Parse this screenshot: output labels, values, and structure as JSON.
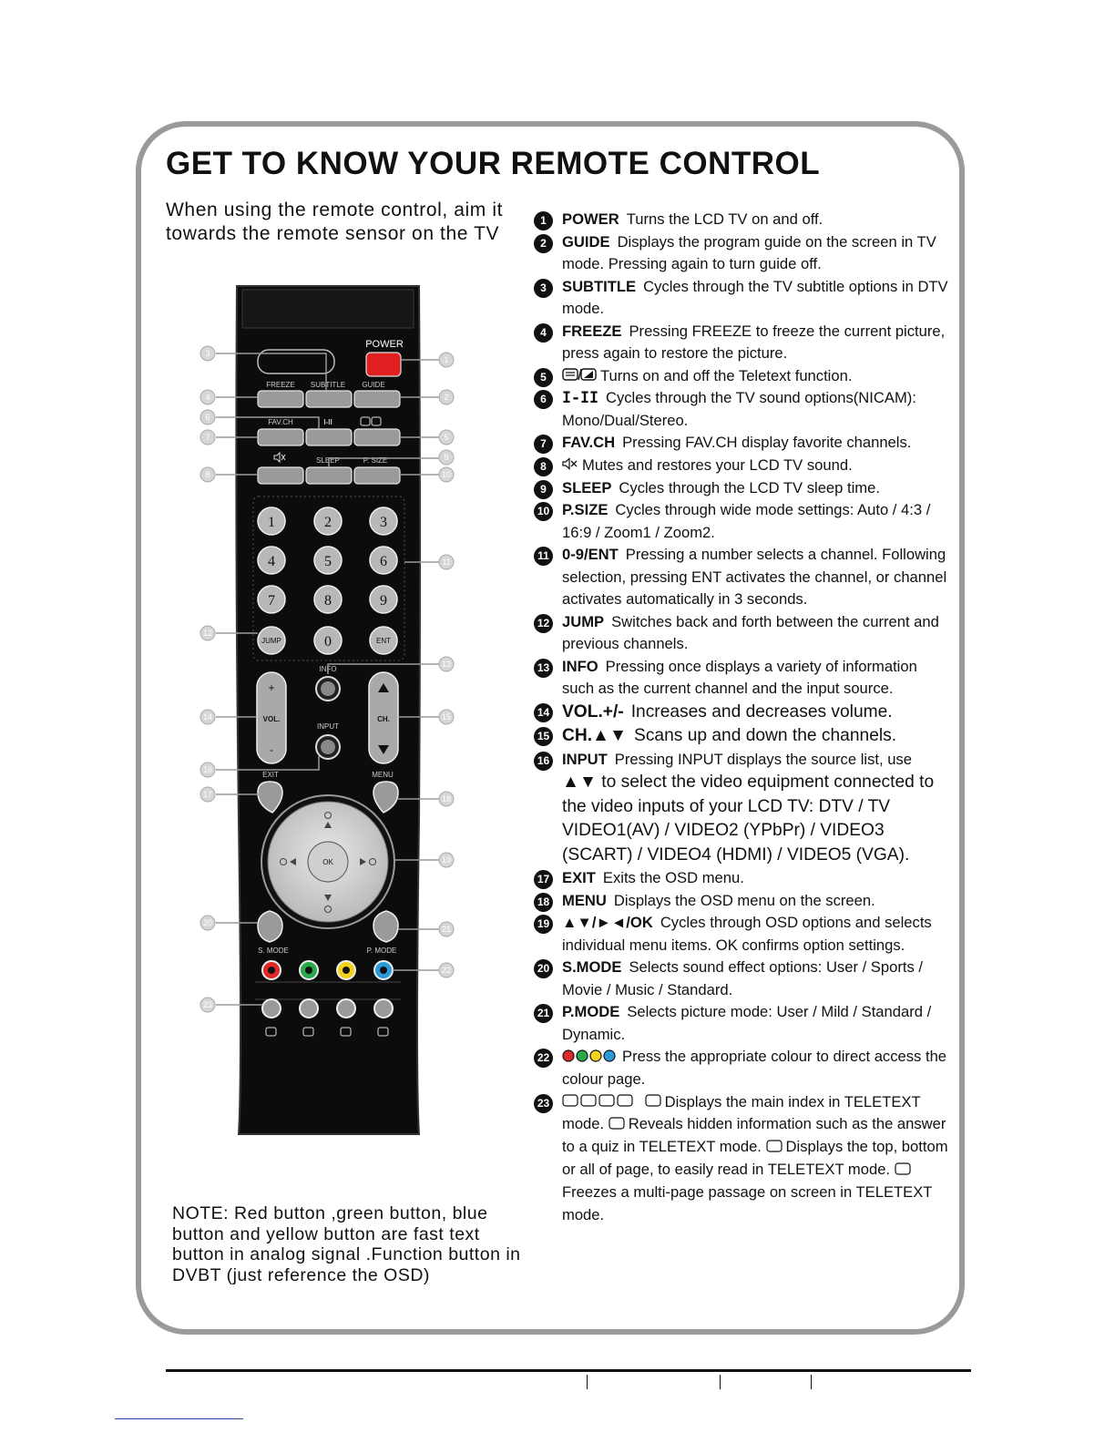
{
  "title": "GET TO KNOW YOUR REMOTE CONTROL",
  "intro": "When using the remote control, aim it towards the remote sensor on the TV",
  "note": "NOTE: Red button ,green button, blue button and yellow button are fast text button in analog signal .Function button in DVBT (just reference the OSD)",
  "remote": {
    "power": "POWER",
    "freeze": "FREEZE",
    "subtitle": "SUBTITLE",
    "guide": "GUIDE",
    "favch": "FAV.CH",
    "sound": "I-II",
    "sleep": "SLEEP",
    "psize": "P. SIZE",
    "digits": [
      "1",
      "2",
      "3",
      "4",
      "5",
      "6",
      "7",
      "8",
      "9",
      "0"
    ],
    "jump": "JUMP",
    "ent": "ENT",
    "info": "INFO",
    "vol": "VOL.",
    "ch": "CH.",
    "input": "INPUT",
    "exit": "EXIT",
    "menu": "MENU",
    "ok": "OK",
    "smode": "S. MODE",
    "pmode": "P. MODE",
    "plus": "+",
    "minus": "-",
    "callouts": [
      "1",
      "2",
      "3",
      "4",
      "5",
      "6",
      "7",
      "8",
      "9",
      "10",
      "11",
      "12",
      "13",
      "14",
      "15",
      "16",
      "17",
      "18",
      "19",
      "20",
      "21",
      "22",
      "23"
    ],
    "colors": {
      "red": "#e02828",
      "green": "#2aa84a",
      "yellow": "#f2d21a",
      "blue": "#2a9ad8",
      "power_btn": "#e02020"
    }
  },
  "items": [
    {
      "n": "1",
      "name": "POWER",
      "text": "Turns the LCD TV on and off."
    },
    {
      "n": "2",
      "name": "GUIDE",
      "text": "Displays the program guide on the screen in TV mode. Pressing again to turn guide off."
    },
    {
      "n": "3",
      "name": "SUBTITLE",
      "text": "Cycles through the TV subtitle options in DTV mode."
    },
    {
      "n": "4",
      "name": "FREEZE",
      "text": "Pressing FREEZE to freeze the current picture, press again to restore the picture."
    },
    {
      "n": "5",
      "name": "",
      "text": "Turns on and off the Teletext function."
    },
    {
      "n": "6",
      "name": "I-II",
      "text": "Cycles through the TV sound options(NICAM): Mono/Dual/Stereo."
    },
    {
      "n": "7",
      "name": "FAV.CH",
      "text": "Pressing FAV.CH display favorite channels."
    },
    {
      "n": "8",
      "name": "",
      "text": "Mutes and restores your LCD TV sound."
    },
    {
      "n": "9",
      "name": "SLEEP",
      "text": "Cycles through the LCD TV sleep time."
    },
    {
      "n": "10",
      "name": "P.SIZE",
      "text": "Cycles through wide mode settings: Auto / 4:3 / 16:9 / Zoom1 / Zoom2."
    },
    {
      "n": "11",
      "name": "0-9/ENT",
      "text": "Pressing a number selects a channel. Following selection, pressing ENT activates the channel, or  channel activates automatically in 3 seconds."
    },
    {
      "n": "12",
      "name": "JUMP",
      "text": "Switches back and forth between the current and previous channels."
    },
    {
      "n": "13",
      "name": "INFO",
      "text": "Pressing once displays a variety of information such as the current channel and the input source."
    },
    {
      "n": "14",
      "name": "VOL.+/-",
      "text": "Increases and decreases volume."
    },
    {
      "n": "15",
      "name": "CH.▲▼",
      "text": "Scans up and down the channels."
    },
    {
      "n": "16",
      "name": "INPUT",
      "text": "Pressing INPUT displays the source list, use",
      "text2": "▲▼ to select the video equipment connected to the video inputs of your LCD TV: DTV / TV VIDEO1(AV) / VIDEO2 (YPbPr) / VIDEO3 (SCART) / VIDEO4 (HDMI) / VIDEO5 (VGA)."
    },
    {
      "n": "17",
      "name": "EXIT",
      "text": "Exits the OSD menu."
    },
    {
      "n": "18",
      "name": "MENU",
      "text": "Displays the OSD menu on the screen."
    },
    {
      "n": "19",
      "name": "▲▼/►◄/OK",
      "text": "Cycles through OSD options and selects individual menu items. OK confirms option settings."
    },
    {
      "n": "20",
      "name": "S.MODE",
      "text": "Selects sound effect options: User / Sports / Movie / Music / Standard."
    },
    {
      "n": "21",
      "name": "P.MODE",
      "text": "Selects picture mode: User / Mild / Standard / Dynamic."
    },
    {
      "n": "22",
      "name": "",
      "text": "Press the appropriate colour to direct access the colour page."
    },
    {
      "n": "23",
      "name": "",
      "text": "Displays the main index in TELETEXT mode.",
      "text2": "Reveals hidden information such as the answer to a quiz in TELETEXT mode.",
      "text3": "Displays the top, bottom or all of page, to easily read in TELETEXT mode.",
      "text4": "Freezes a multi-page passage on screen in TELETEXT mode."
    }
  ]
}
